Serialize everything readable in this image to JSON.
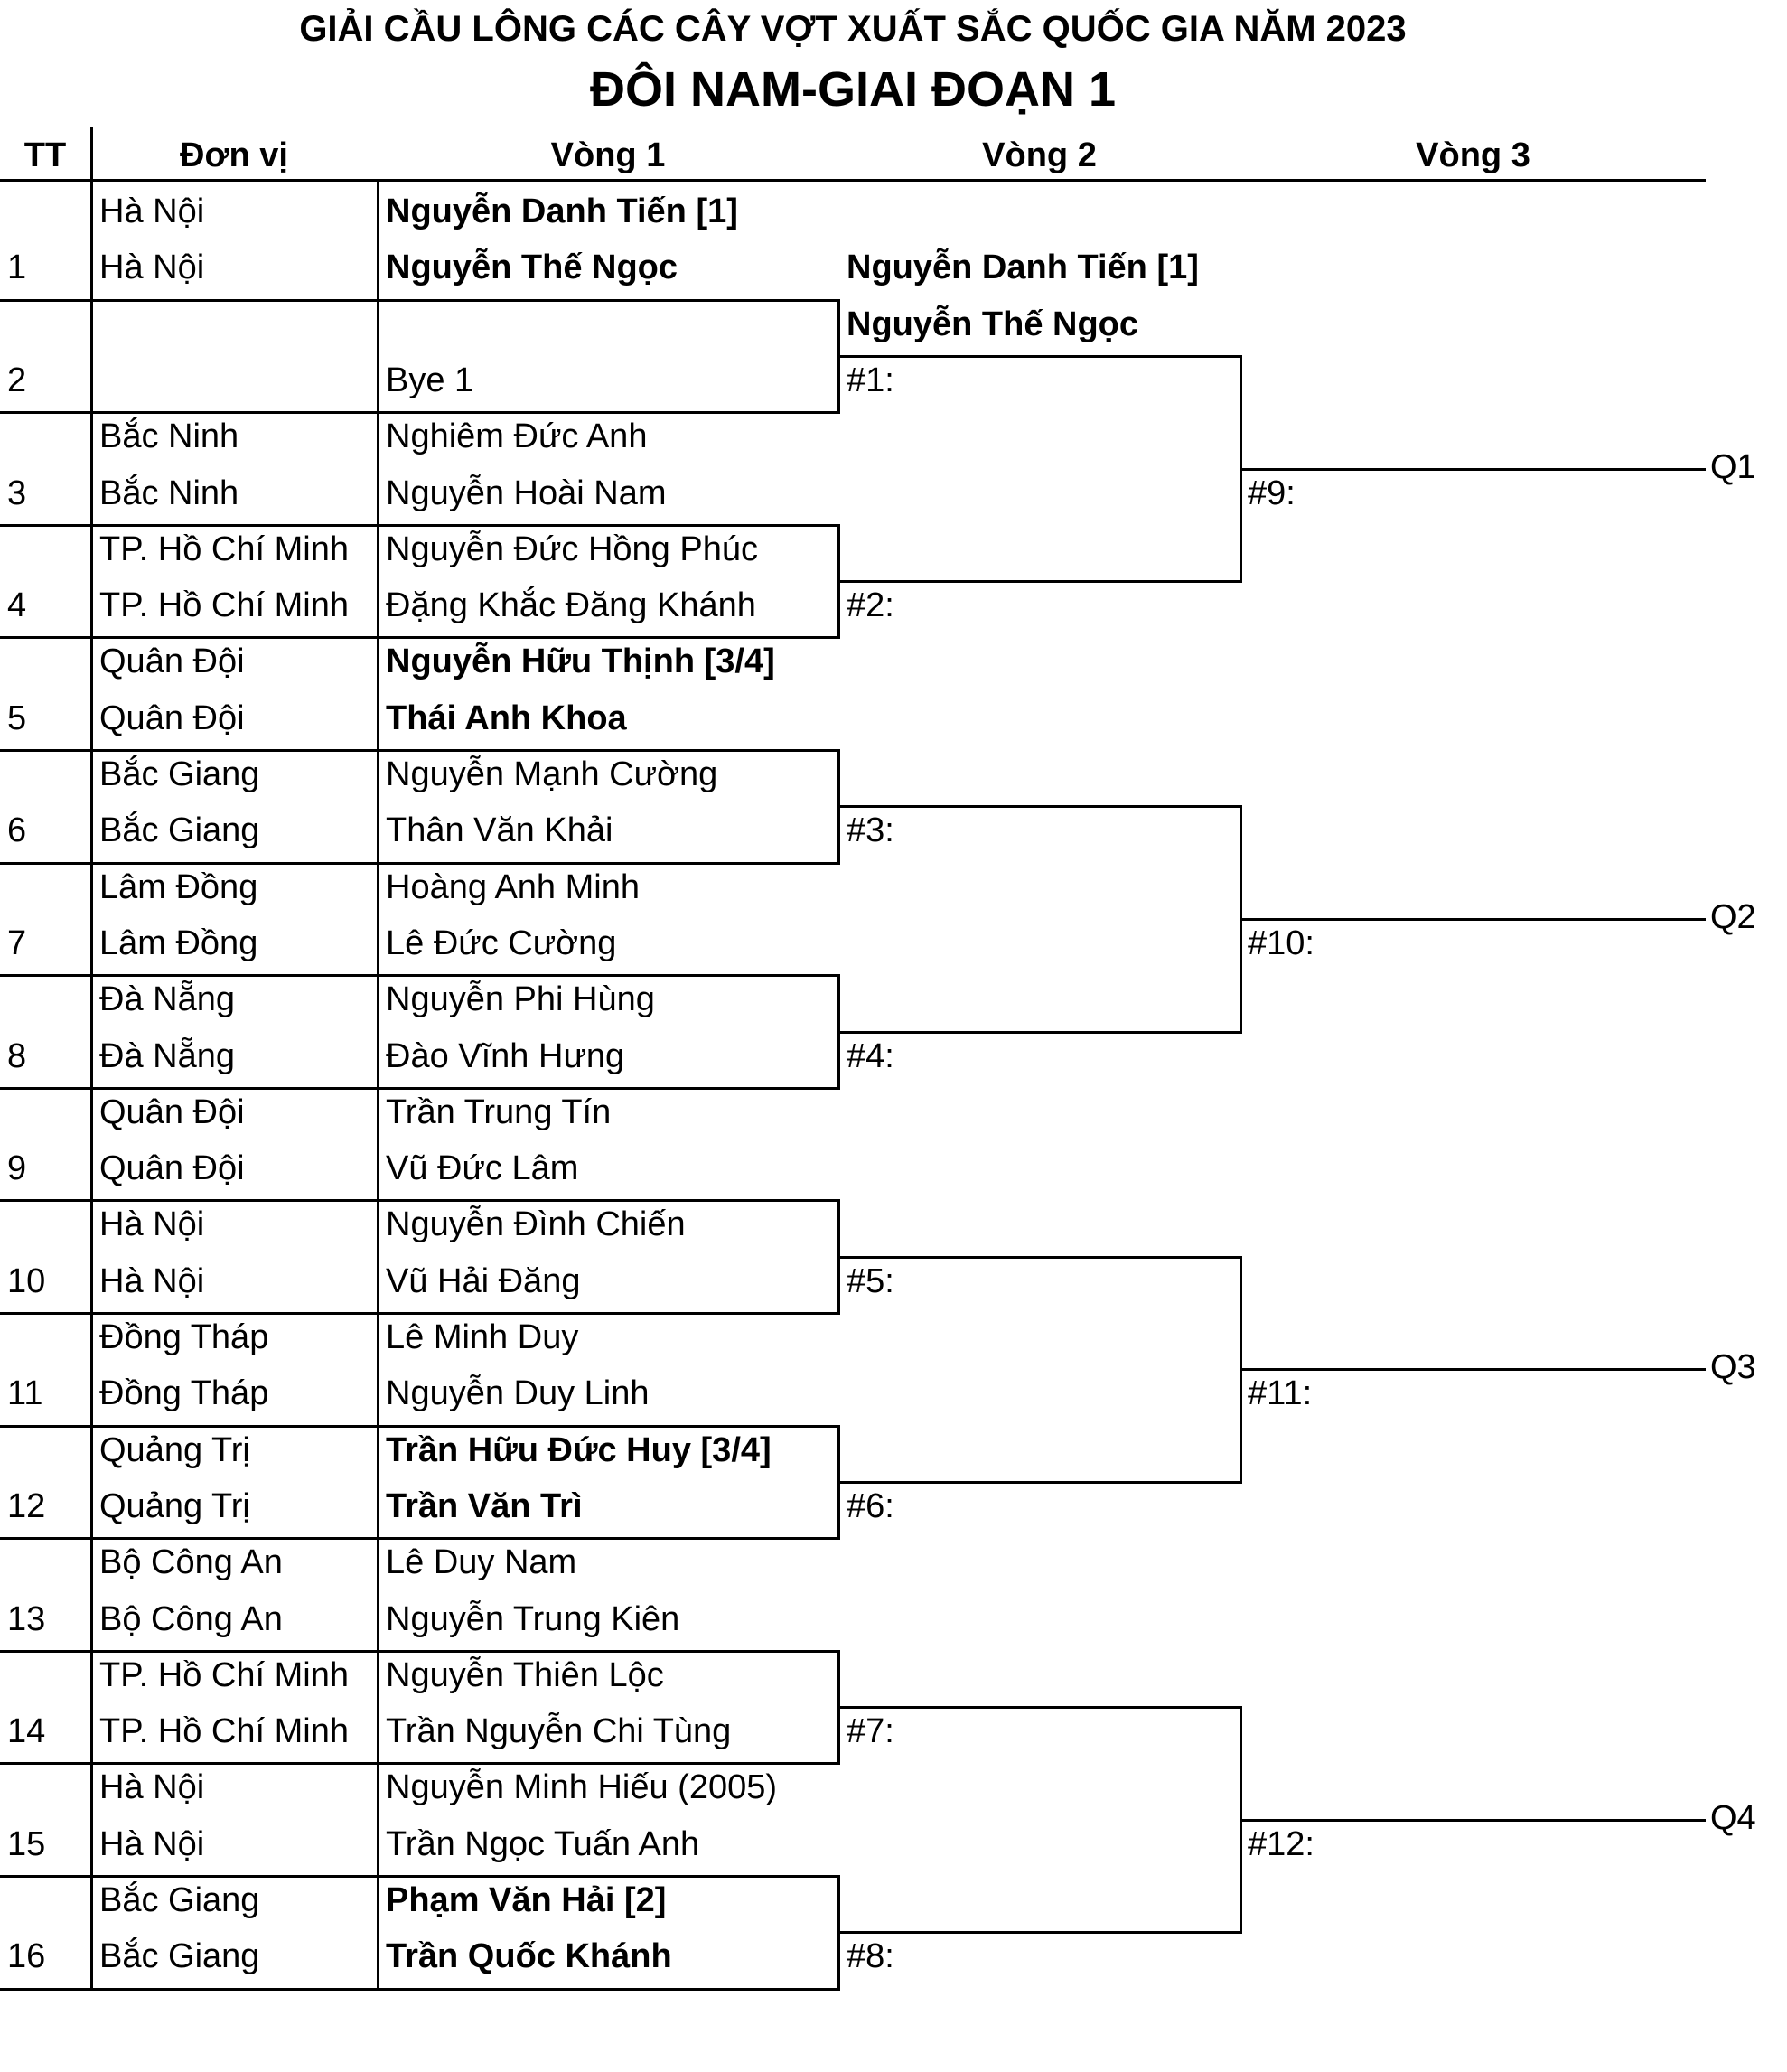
{
  "title": "GIẢI CẦU LÔNG CÁC CÂY VỢT XUẤT SẮC QUỐC GIA NĂM 2023",
  "subtitle": "ĐÔI NAM-GIAI ĐOẠN 1",
  "headers": {
    "tt": "TT",
    "unit": "Đơn vị",
    "round1": "Vòng 1",
    "round2": "Vòng 2",
    "round3": "Vòng 3"
  },
  "entries": [
    {
      "no": "1",
      "unit1": "Hà Nội",
      "unit2": "Hà Nội",
      "p1": "Nguyễn Danh Tiến [1]",
      "p2": "Nguyễn Thế Ngọc",
      "seed": true
    },
    {
      "no": "2",
      "unit1": "",
      "unit2": "",
      "p1": "",
      "p2": "Bye 1",
      "seed": false
    },
    {
      "no": "3",
      "unit1": "Bắc Ninh",
      "unit2": "Bắc Ninh",
      "p1": "Nghiêm Đức Anh",
      "p2": "Nguyễn Hoài Nam",
      "seed": false
    },
    {
      "no": "4",
      "unit1": "TP. Hồ Chí Minh",
      "unit2": "TP. Hồ Chí Minh",
      "p1": "Nguyễn Đức Hồng Phúc",
      "p2": "Đặng Khắc Đăng Khánh",
      "seed": false
    },
    {
      "no": "5",
      "unit1": "Quân Đội",
      "unit2": "Quân Đội",
      "p1": "Nguyễn Hữu Thịnh [3/4]",
      "p2": "Thái Anh Khoa",
      "seed": true
    },
    {
      "no": "6",
      "unit1": "Bắc Giang",
      "unit2": "Bắc Giang",
      "p1": "Nguyễn Mạnh Cường",
      "p2": "Thân Văn Khải",
      "seed": false
    },
    {
      "no": "7",
      "unit1": "Lâm Đồng",
      "unit2": "Lâm Đồng",
      "p1": "Hoàng Anh Minh",
      "p2": "Lê Đức Cường",
      "seed": false
    },
    {
      "no": "8",
      "unit1": "Đà Nẵng",
      "unit2": "Đà Nẵng",
      "p1": "Nguyễn Phi Hùng",
      "p2": "Đào Vĩnh Hưng",
      "seed": false
    },
    {
      "no": "9",
      "unit1": "Quân Đội",
      "unit2": "Quân Đội",
      "p1": "Trần Trung Tín",
      "p2": "Vũ Đức Lâm",
      "seed": false
    },
    {
      "no": "10",
      "unit1": "Hà Nội",
      "unit2": "Hà Nội",
      "p1": "Nguyễn Đình Chiến",
      "p2": "Vũ Hải Đăng",
      "seed": false
    },
    {
      "no": "11",
      "unit1": "Đồng Tháp",
      "unit2": "Đồng Tháp",
      "p1": "Lê Minh Duy",
      "p2": "Nguyễn Duy Linh",
      "seed": false
    },
    {
      "no": "12",
      "unit1": "Quảng Trị",
      "unit2": "Quảng Trị",
      "p1": "Trần Hữu Đức Huy [3/4]",
      "p2": "Trần Văn Trì",
      "seed": true
    },
    {
      "no": "13",
      "unit1": "Bộ Công An",
      "unit2": "Bộ Công An",
      "p1": "Lê Duy Nam",
      "p2": "Nguyễn Trung Kiên",
      "seed": false
    },
    {
      "no": "14",
      "unit1": "TP. Hồ Chí Minh",
      "unit2": "TP. Hồ Chí Minh",
      "p1": "Nguyễn Thiên Lộc",
      "p2": "Trần Nguyễn Chi Tùng",
      "seed": false
    },
    {
      "no": "15",
      "unit1": "Hà Nội",
      "unit2": "Hà Nội",
      "p1": "Nguyễn Minh Hiếu (2005)",
      "p2": "Trần Ngọc Tuấn Anh",
      "seed": false
    },
    {
      "no": "16",
      "unit1": "Bắc Giang",
      "unit2": "Bắc Giang",
      "p1": "Phạm Văn Hải [2]",
      "p2": "Trần Quốc Khánh",
      "seed": true
    }
  ],
  "round2_advance": {
    "p1": "Nguyễn Danh Tiến [1]",
    "p2": "Nguyễn Thế Ngọc"
  },
  "round1_matches": [
    "#1:",
    "#2:",
    "#3:",
    "#4:",
    "#5:",
    "#6:",
    "#7:",
    "#8:"
  ],
  "round2_matches": [
    "#9:",
    "#10:",
    "#11:",
    "#12:"
  ],
  "qualifiers": [
    "Q1",
    "Q2",
    "Q3",
    "Q4"
  ]
}
